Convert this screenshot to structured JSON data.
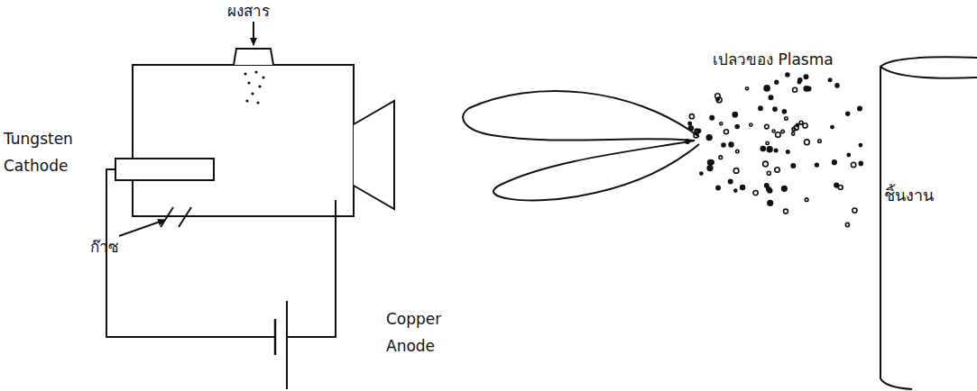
{
  "diagram": {
    "nodes": [
      {
        "text": [
          "ชิ้นงาน"
        ]
      }
    ],
    "labels": [
      "ผงสาร",
      "Tungsten Cathode",
      "ก๊าซ",
      "Copper Anode",
      "เปลวของ Plasma"
    ]
  }
}
